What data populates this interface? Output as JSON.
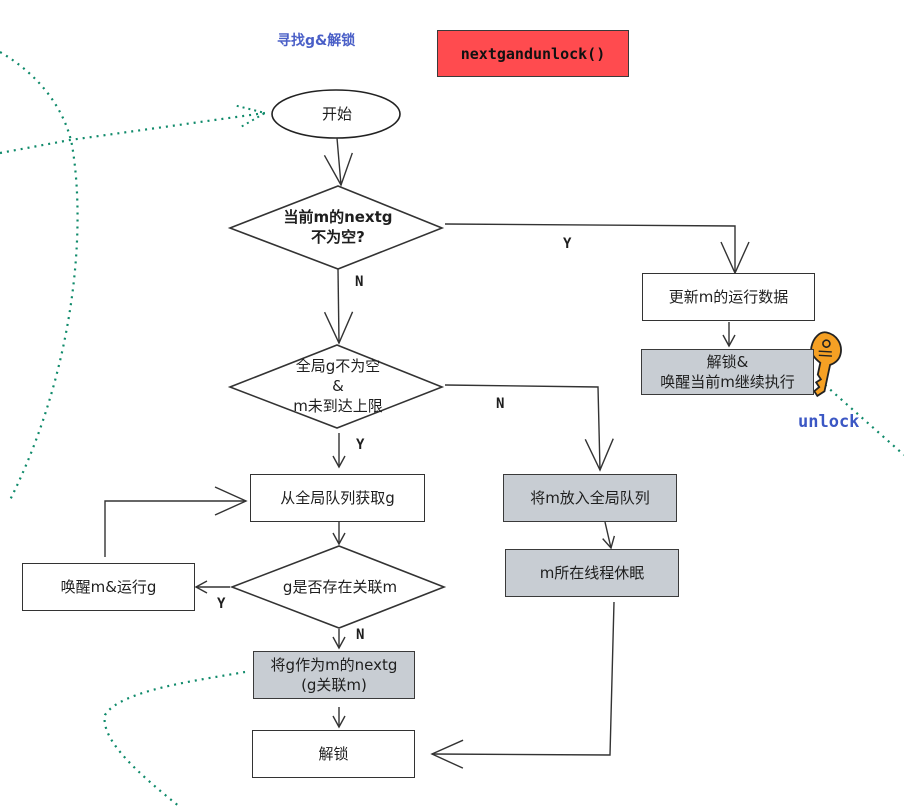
{
  "header": {
    "section_title": "寻找g&解锁",
    "function_name": "nextgandunlock()"
  },
  "nodes": {
    "start": "开始",
    "decision_nextg": "当前m的nextg\n不为空?",
    "update_m_data": "更新m的运行数据",
    "unlock_wake_current": "解锁&\n唤醒当前m继续执行",
    "decision_global_g": "全局g不为空\n&\nm未到达上限",
    "get_g_from_global": "从全局队列获取g",
    "decision_g_has_m": "g是否存在关联m",
    "wake_m_run_g": "唤醒m&运行g",
    "set_g_as_nextg": "将g作为m的nextg\n(g关联m)",
    "unlock": "解锁",
    "put_m_global_queue": "将m放入全局队列",
    "m_thread_sleep": "m所在线程休眠"
  },
  "edge_labels": {
    "nextg_yes": "Y",
    "nextg_no": "N",
    "global_no": "N",
    "global_yes": "Y",
    "has_m_yes": "Y",
    "has_m_no": "N"
  },
  "annotations": {
    "unlock_text": "unlock",
    "key_icon": "key-icon"
  },
  "colors": {
    "function_box": "#ff4b4f",
    "gray_box": "#c8cdd3",
    "title_blue": "#4a5fc7",
    "dotted_green": "#0f8a6a",
    "key_orange": "#f5a024"
  }
}
